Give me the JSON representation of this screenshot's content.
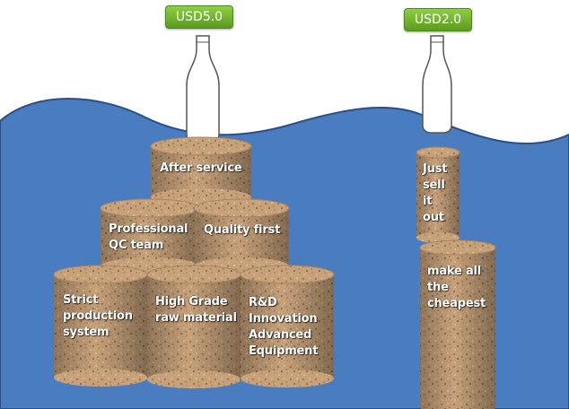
{
  "price_tags": {
    "left": "USD5.0",
    "right": "USD2.0"
  },
  "left_stack": {
    "top": "After service",
    "middle_left": "Professional QC team",
    "middle_right": "Quality first",
    "bottom_left": "Strict production system",
    "bottom_middle": "High Grade raw material",
    "bottom_right": "R&D Innovation Advanced Equipment"
  },
  "right_stack": {
    "top": "Just sell it out",
    "bottom": "make all the cheapest"
  },
  "colors": {
    "water": "#4a7cc0",
    "water_edge": "#2a4f85",
    "cork": "#c8a27a",
    "tag_green": "#6bb22a"
  }
}
